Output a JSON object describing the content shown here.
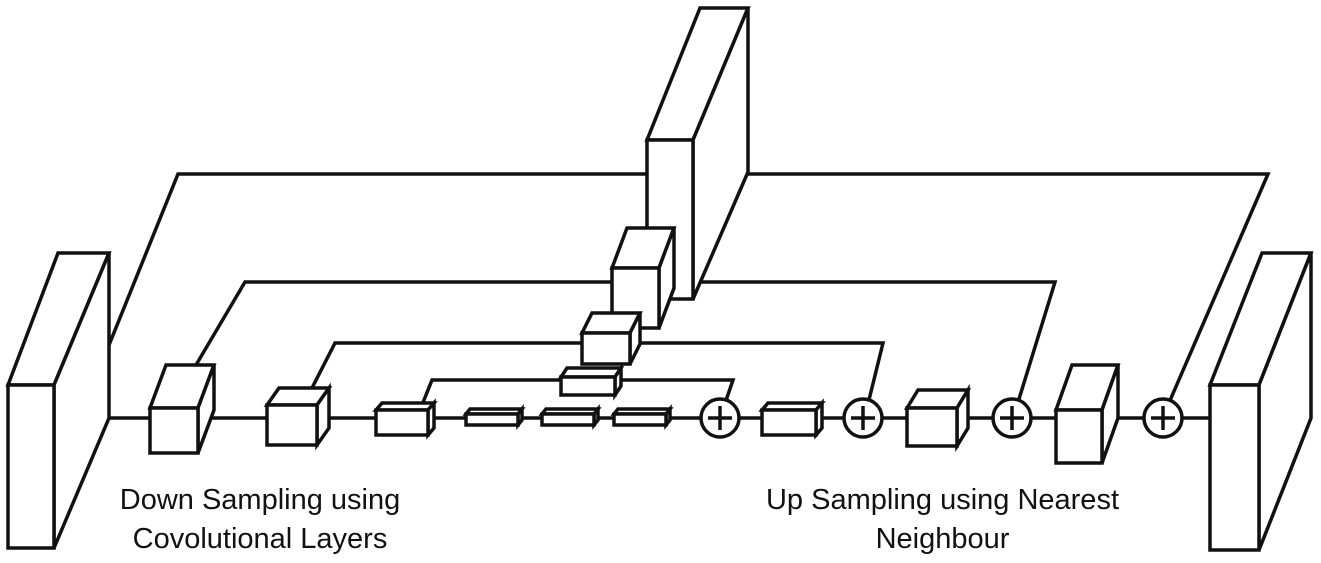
{
  "labels": {
    "downsampling": [
      "Down Sampling using",
      "Covolutional Layers"
    ],
    "upsampling": [
      "Up Sampling using Nearest",
      "Neighbour"
    ]
  },
  "blocks": {
    "encoder": [
      "input-block",
      "encoder-block-1",
      "encoder-block-2",
      "encoder-block-3",
      "encoder-block-4",
      "bottleneck-block-1",
      "bottleneck-block-2"
    ],
    "decoder": [
      "decoder-block-1",
      "decoder-block-2",
      "decoder-block-3",
      "decoder-block-4",
      "output-block"
    ],
    "center_stack": [
      "stack-block-1",
      "stack-block-2",
      "stack-block-3",
      "stack-block-4",
      "stack-block-5"
    ]
  },
  "operators": {
    "add_symbol": "⊕",
    "count": 4
  },
  "colors": {
    "stroke": "#111111",
    "background": "#ffffff"
  }
}
